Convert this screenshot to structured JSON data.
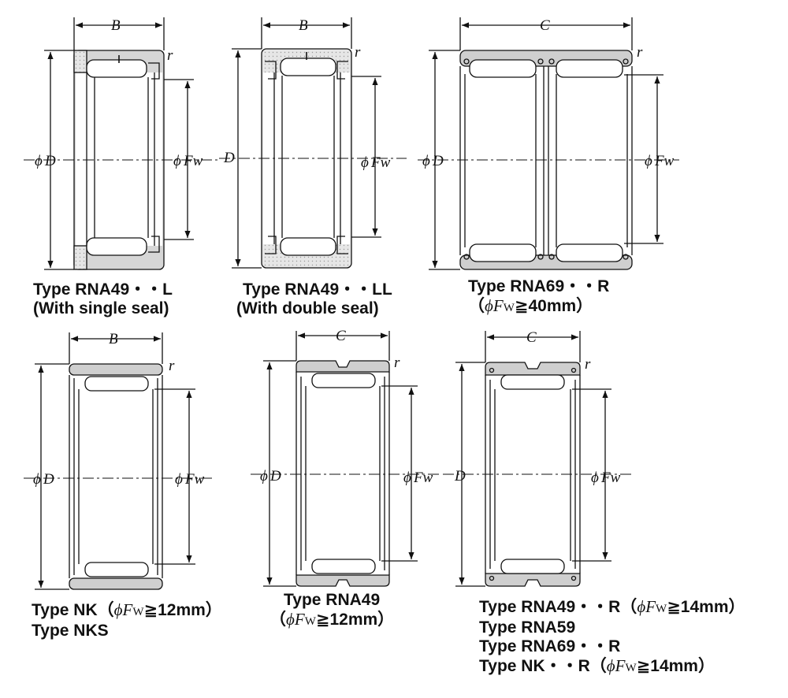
{
  "labels": {
    "B": "B",
    "C": "C",
    "r": "r",
    "phi": "ϕ",
    "D": "D",
    "Fw": "Fw"
  },
  "captions": {
    "rna49l": {
      "line1": "Type RNA49・・L",
      "line2": "(With single seal)"
    },
    "rna49ll": {
      "line1": "Type RNA49・・LL",
      "line2": "(With double seal)"
    },
    "rna69r": {
      "line1": "Type RNA69・・R",
      "line2_open": "（",
      "line2_phi": "ϕ",
      "line2_f": "F",
      "line2_w": "W",
      "line2_rest": "≧40mm）"
    },
    "nk": {
      "line1_a": "Type NK（",
      "line1_phi": "ϕ",
      "line1_f": "F",
      "line1_w": "W",
      "line1_rest": "≧12mm）",
      "line2": "Type NKS"
    },
    "rna49": {
      "line1": "Type RNA49",
      "line2_open": "（",
      "line2_phi": "ϕ",
      "line2_f": "F",
      "line2_w": "W",
      "line2_rest": "≧12mm）"
    },
    "rna49r": {
      "line1_a": "Type RNA49・・R（",
      "line1_phi": "ϕ",
      "line1_f": "F",
      "line1_w": "W",
      "line1_rest": "≧14mm）",
      "line2": "Type RNA59",
      "line3": "Type RNA69・・R",
      "line4_a": "Type NK・・R（",
      "line4_phi": "ϕ",
      "line4_f": "F",
      "line4_w": "W",
      "line4_rest": "≧14mm）"
    }
  },
  "colors": {
    "ink": "#111111",
    "shell": "#cfcfcf",
    "seal": "#e4e4e4"
  }
}
